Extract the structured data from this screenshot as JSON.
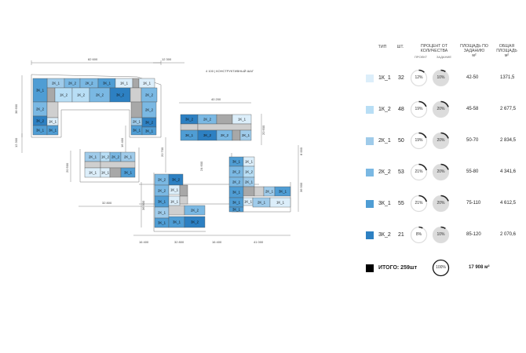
{
  "plan": {
    "dims": {
      "top_left": "82 600",
      "top_right": "12 300",
      "left_height": "38 600",
      "left_offset": "12 300",
      "step_note": "4 100 | КОНСТРУКТИВНЫЙ ШАГ",
      "mid_width": "40 200",
      "mid_height": "20 600",
      "mid_a": "16 400",
      "mid_b": "20 700",
      "mid_c": "20 500",
      "mid_d": "24 600",
      "mid_e": "8 000",
      "right_height": "36 900",
      "left_block_width": "32 800",
      "bottom_a": "16 400",
      "bottom_b": "32 800",
      "bottom_c": "16 400",
      "bottom_d": "41 000",
      "vert_a": "36 900"
    }
  },
  "legend": {
    "headers": {
      "type": "ТИП",
      "count": "ШТ.",
      "percent": "ПРОЦЕНТ ОТ КОЛИЧЕСТВА",
      "percent_project": "ПРОЕКТ",
      "percent_task": "ЗАДАНИЕ",
      "area_task": "ПЛОЩАДЬ ПО ЗАДАНИЮ",
      "area_task_unit": "м²",
      "area_total": "ОБЩАЯ ПЛОЩАДЬ",
      "area_total_unit": "м²"
    },
    "rows": [
      {
        "type": "1К_1",
        "color": "#dceefa",
        "count": "32",
        "project": "12%",
        "project_val": 12,
        "task": "10%",
        "task_val": 10,
        "range": "42-50",
        "total": "1371,5"
      },
      {
        "type": "1К_2",
        "color": "#b8def5",
        "count": "48",
        "project": "19%",
        "project_val": 19,
        "task": "20%",
        "task_val": 20,
        "range": "45-58",
        "total": "2 677,5"
      },
      {
        "type": "2К_1",
        "color": "#9fcbea",
        "count": "50",
        "project": "19%",
        "project_val": 19,
        "task": "20%",
        "task_val": 20,
        "range": "50-70",
        "total": "2 834,5"
      },
      {
        "type": "2К_2",
        "color": "#7ab8e3",
        "count": "53",
        "project": "21%",
        "project_val": 21,
        "task": "20%",
        "task_val": 20,
        "range": "55-80",
        "total": "4 341,6"
      },
      {
        "type": "3К_1",
        "color": "#4f9dd4",
        "count": "55",
        "project": "21%",
        "project_val": 21,
        "task": "20%",
        "task_val": 20,
        "range": "75-110",
        "total": "4 612,5"
      },
      {
        "type": "3К_2",
        "color": "#2d80c2",
        "count": "21",
        "project": "8%",
        "project_val": 8,
        "task": "10%",
        "task_val": 10,
        "range": "85-120",
        "total": "2 070,6"
      }
    ],
    "total": {
      "label": "ИТОГО: 259шт",
      "color": "#000000",
      "percent": "100%",
      "percent_val": 100,
      "area": "17 908 м²"
    }
  }
}
